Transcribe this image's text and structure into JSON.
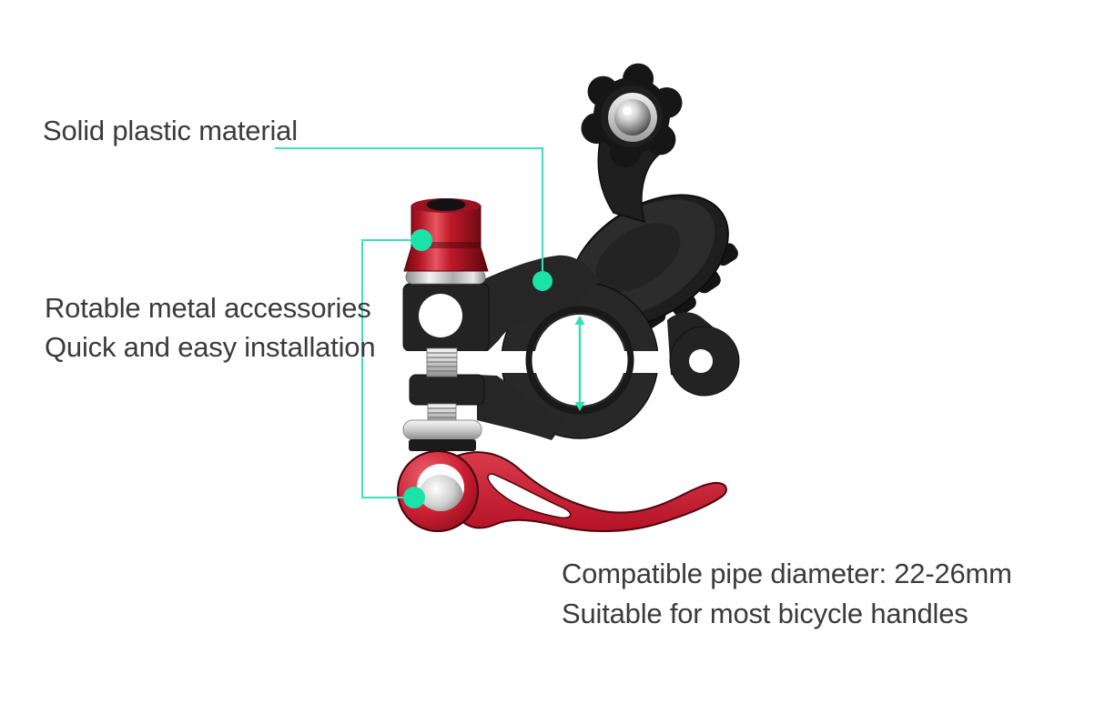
{
  "figure": {
    "title": "Annotated bicycle handlebar clamp mount",
    "background": "#ffffff"
  },
  "colors": {
    "accent_line": "#3ddfc1",
    "accent_dot": "#19e3a6",
    "text": "#3b3b3b",
    "product_black": "#272727",
    "product_red": "#c81a2e",
    "steel_silver": "#c9c9c9"
  },
  "icons": {
    "callout_dot": "callout-dot (teal filled circle marker)",
    "diameter_arrow": "vertical double-headed arrow inside clamp ring"
  },
  "callouts": {
    "solid_plastic": {
      "label": "Solid plastic material"
    },
    "rotable": {
      "line1": "Rotable metal accessories",
      "line2": "Quick and easy installation"
    },
    "compatibility": {
      "line1": "Compatible pipe diameter: 22-26mm",
      "line2": "Suitable for most bicycle handles"
    }
  }
}
